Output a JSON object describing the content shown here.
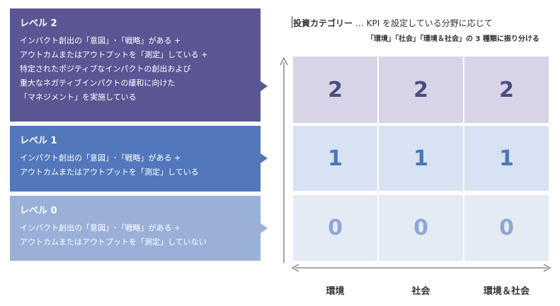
{
  "levels": [
    {
      "title": "レベル 2",
      "lines": [
        "インパクト創出の「意図」･「戦略」がある +",
        "アウトカムまたはアウトプットを「測定」している +",
        "特定されたポジティブなインパクトの創出および",
        "重大なネガティブインパクトの緩和に向けた",
        "「マネジメント」を実施している"
      ],
      "color": "#5b5594"
    },
    {
      "title": "レベル 1",
      "lines": [
        "インパクト創出の「意図」･「戦略」がある +",
        "アウトカムまたはアウトプットを「測定」している"
      ],
      "color": "#5278bb"
    },
    {
      "title": "レベル 0",
      "lines": [
        "インパクト創出の「意図」･「戦略」がある +",
        "アウトカムまたはアウトプットを「測定」していない"
      ],
      "color": "#9ab0d9"
    }
  ],
  "header": {
    "title_bold": "投資カテゴリー",
    "title_rest": " … KPI を設定している分野に応じて",
    "subtitle": "「環境」「社会」「環境＆社会」の 3 種類に振り分ける"
  },
  "grid": {
    "rows": [
      [
        "2",
        "2",
        "2"
      ],
      [
        "1",
        "1",
        "1"
      ],
      [
        "0",
        "0",
        "0"
      ]
    ]
  },
  "categories": [
    "環境",
    "社会",
    "環境＆社会"
  ]
}
